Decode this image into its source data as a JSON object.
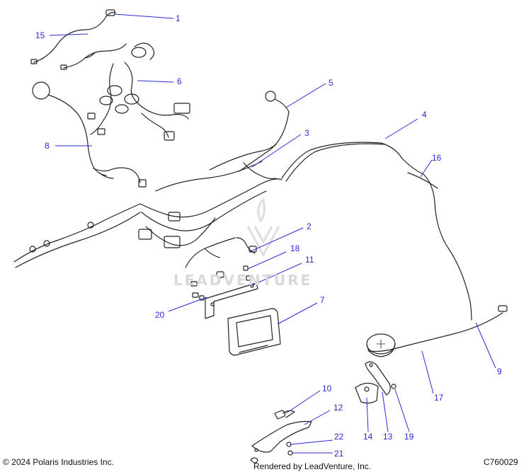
{
  "callouts": [
    "1",
    "2",
    "3",
    "4",
    "5",
    "6",
    "7",
    "8",
    "9",
    "10",
    "11",
    "12",
    "13",
    "14",
    "15",
    "16",
    "17",
    "18",
    "19",
    "20",
    "21",
    "22"
  ],
  "footer": {
    "copyright": "© 2024 Polaris Industries Inc.",
    "rendered_by": "Rendered by LeadVenture, Inc.",
    "diagram_code": "C760029"
  },
  "watermark": "LEADVENTURE",
  "colors": {
    "leader": "#2a2ad6",
    "line_art": "#222222",
    "watermark": "#d9d9d9"
  }
}
